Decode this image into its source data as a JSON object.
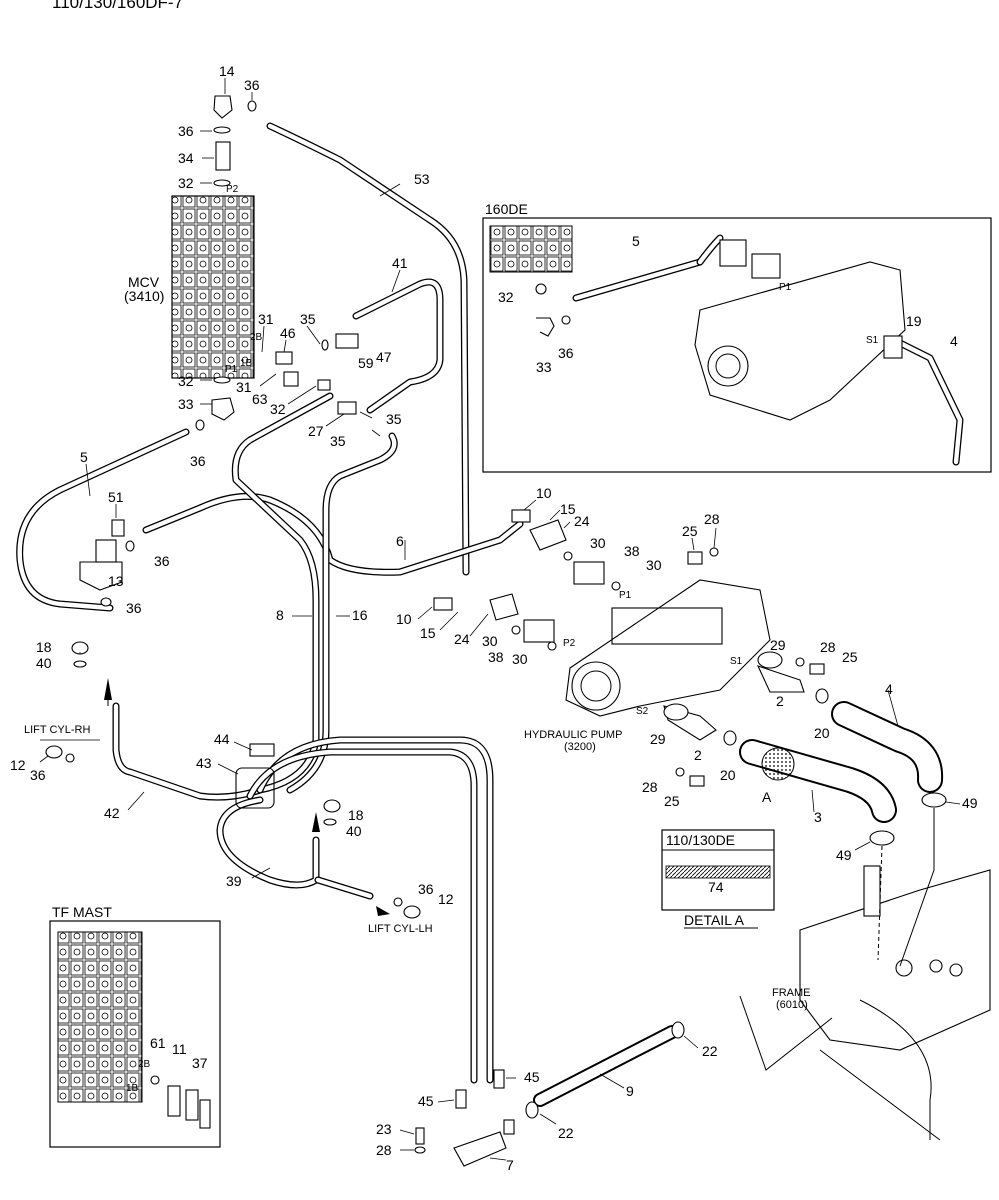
{
  "header": {
    "model": "110/130/160DF-7"
  },
  "labels": {
    "mcv": "MCV",
    "mcv_code": "(3410)",
    "pump": "HYDRAULIC PUMP",
    "pump_code": "(3200)",
    "frame": "FRAME",
    "frame_code": "(6010)",
    "lift_rh": "LIFT CYL-RH",
    "lift_lh": "LIFT CYL-LH",
    "detail_a": "DETAIL A",
    "a_marker": "A",
    "port_p1": "P1",
    "port_p2": "P2",
    "port_s1": "S1",
    "port_s2": "S2",
    "port_2b": "2B",
    "port_1b": "1B"
  },
  "insets": {
    "de160": "160DE",
    "de110": "110/130DE",
    "tf": "TF MAST"
  },
  "callouts": {
    "c14": "14",
    "c36a": "36",
    "c36b": "36",
    "c34": "34",
    "c32a": "32",
    "c53": "53",
    "c41": "41",
    "c31a": "31",
    "c46": "46",
    "c35a": "35",
    "c59": "59",
    "c47": "47",
    "c32b": "32",
    "c31b": "31",
    "c63": "63",
    "c32c": "32",
    "c33": "33",
    "c27": "27",
    "c35b": "35",
    "c35c": "35",
    "c36c": "36",
    "c5": "5",
    "c51": "51",
    "c36d": "36",
    "c13": "13",
    "c36e": "36",
    "c6": "6",
    "c8": "8",
    "c16": "16",
    "c10a": "10",
    "c15a": "15",
    "c24a": "24",
    "c30a": "30",
    "c38a": "38",
    "c30b": "30",
    "c25a": "25",
    "c28a": "28",
    "c10b": "10",
    "c15b": "15",
    "c24b": "24",
    "c30c": "30",
    "c38b": "38",
    "c30d": "30",
    "c29a": "29",
    "c28b": "28",
    "c25b": "25",
    "c2a": "2",
    "c20a": "20",
    "c4": "4",
    "c29b": "29",
    "c2b": "2",
    "c20b": "20",
    "c28c": "28",
    "c25c": "25",
    "c3": "3",
    "c49a": "49",
    "c49b": "49",
    "c74": "74",
    "c18a": "18",
    "c40a": "40",
    "c12a": "12",
    "c36f": "36",
    "c42": "42",
    "c44": "44",
    "c43": "43",
    "c18b": "18",
    "c40b": "40",
    "c39": "39",
    "c36g": "36",
    "c12b": "12",
    "c22a": "22",
    "c9": "9",
    "c22b": "22",
    "c45a": "45",
    "c45b": "45",
    "c23": "23",
    "c28d": "28",
    "c7": "7",
    "c61": "61",
    "c11": "11",
    "c37": "37",
    "d5": "5",
    "d32": "32",
    "d33": "33",
    "d36": "36",
    "d19": "19",
    "d4": "4"
  }
}
